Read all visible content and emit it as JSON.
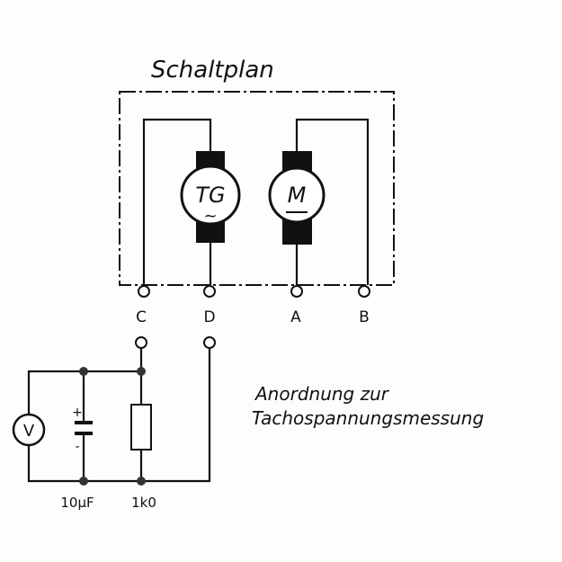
{
  "title": "Schaltplan",
  "caption_line1": "Anordnung zur",
  "caption_line2": "Tachospannungsmessung",
  "tachogenerator_label": "TG",
  "tachogenerator_symbol": "~",
  "motor_label": "M",
  "terminals": [
    "C",
    "D",
    "A",
    "B"
  ],
  "voltmeter_label": "V",
  "capacitor_plus": "+",
  "capacitor_minus": "-",
  "capacitor_value": "10µF",
  "resistor_value": "1k0"
}
